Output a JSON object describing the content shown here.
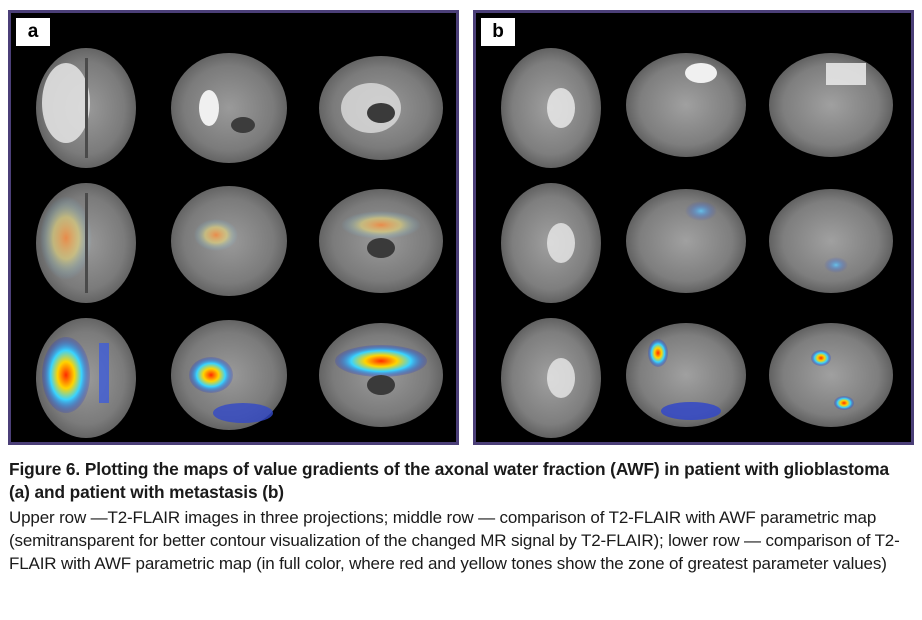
{
  "figure": {
    "panels": [
      {
        "id": "a",
        "label": "a"
      },
      {
        "id": "b",
        "label": "b"
      }
    ],
    "caption_title": "Figure 6. Plotting the maps of value gradients of the axonal water fraction (AWF) in patient with glioblastoma (a) and patient with metastasis (b)",
    "caption_body": "Upper row —T2-FLAIR images in three projections; middle row — comparison of T2-FLAIR with AWF parametric map (semitransparent for better contour visualization of the changed MR signal by T2-FLAIR); lower row — comparison of T2-FLAIR with AWF parametric map (in full color, where red and yellow tones show the zone of greatest parameter values)"
  }
}
